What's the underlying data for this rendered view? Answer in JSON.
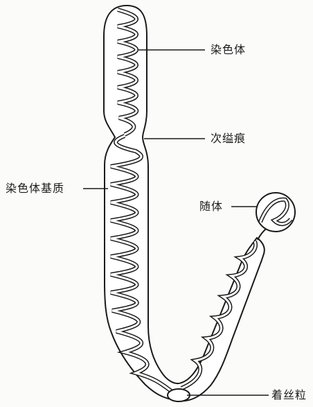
{
  "labels": {
    "chromonema": "染色体",
    "secondary_constriction": "次缢痕",
    "matrix": "染色体基质",
    "satellite": "随体",
    "centromere": "着丝粒"
  },
  "colors": {
    "ink": "#1a1a1a",
    "background": "#fbfbfa",
    "fill": "#ffffff"
  }
}
